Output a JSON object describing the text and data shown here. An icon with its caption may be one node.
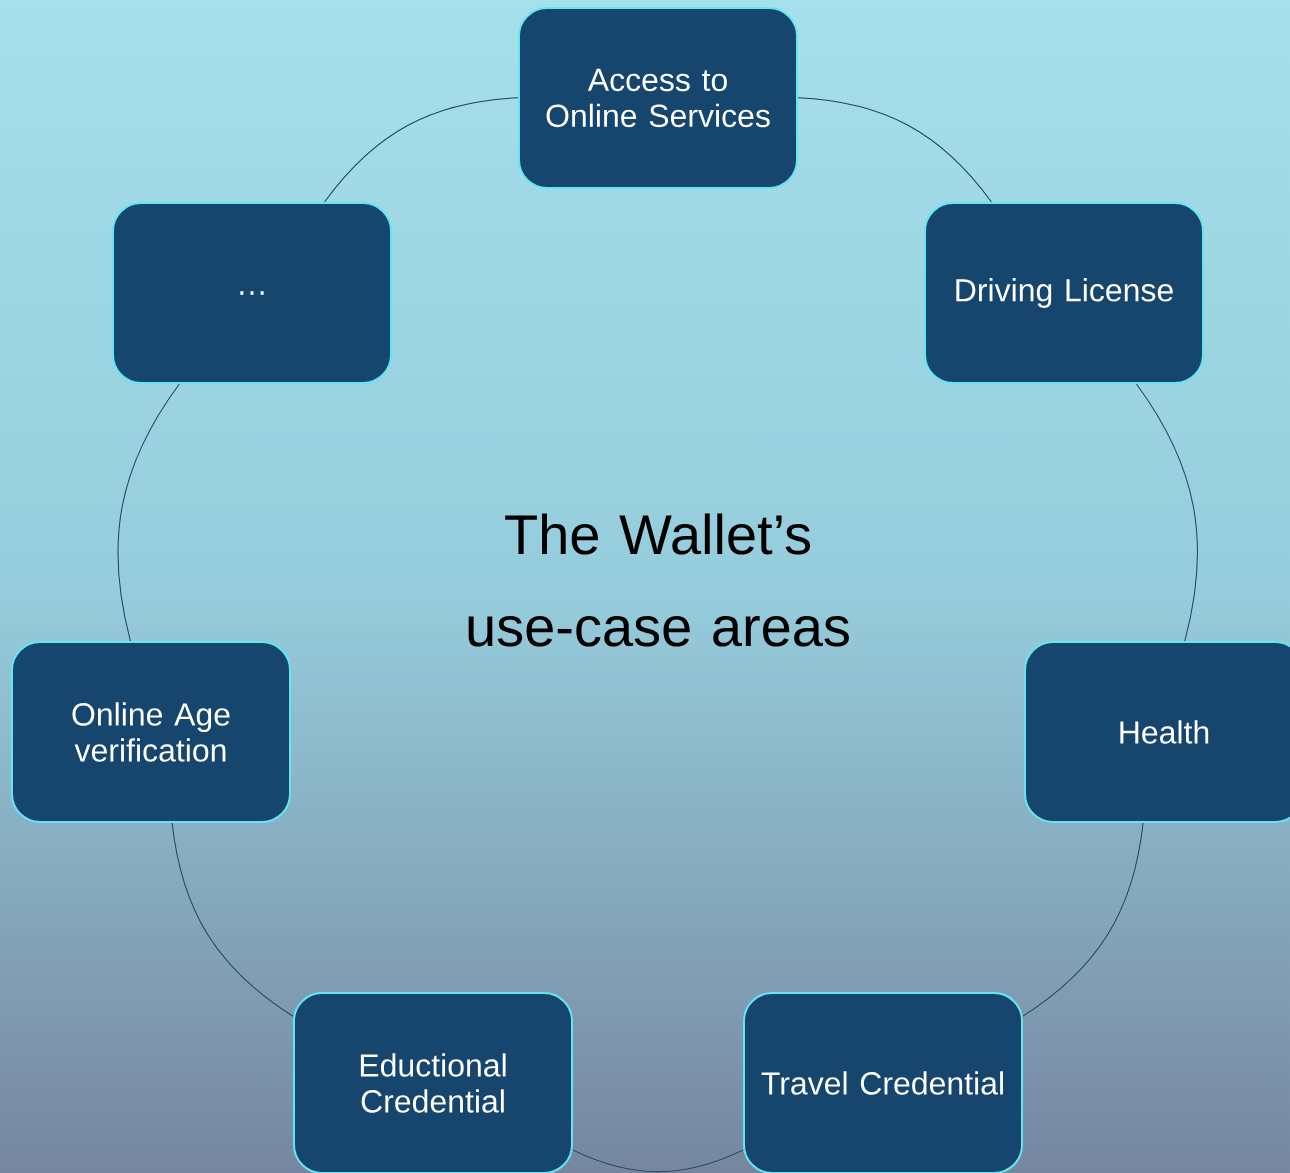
{
  "diagram": {
    "title": "The Wallet’s use-case areas",
    "nodes": [
      {
        "text": [
          "Access to Online Services"
        ]
      },
      {
        "text": [
          "Driving License"
        ]
      },
      {
        "text": [
          "Health"
        ]
      },
      {
        "text": [
          "Travel Credential"
        ]
      },
      {
        "text": [
          "Eductional Credential"
        ]
      },
      {
        "text": [
          "Online Age verification"
        ]
      },
      {
        "text": [
          "…"
        ]
      }
    ],
    "edges": [
      {
        "from": 0,
        "to": 1,
        "arrow": "none"
      },
      {
        "from": 1,
        "to": 2,
        "arrow": "none"
      },
      {
        "from": 2,
        "to": 3,
        "arrow": "none"
      },
      {
        "from": 3,
        "to": 4,
        "arrow": "none"
      },
      {
        "from": 4,
        "to": 5,
        "arrow": "none"
      },
      {
        "from": 5,
        "to": 6,
        "arrow": "none"
      },
      {
        "from": 6,
        "to": 0,
        "arrow": "none"
      }
    ]
  }
}
